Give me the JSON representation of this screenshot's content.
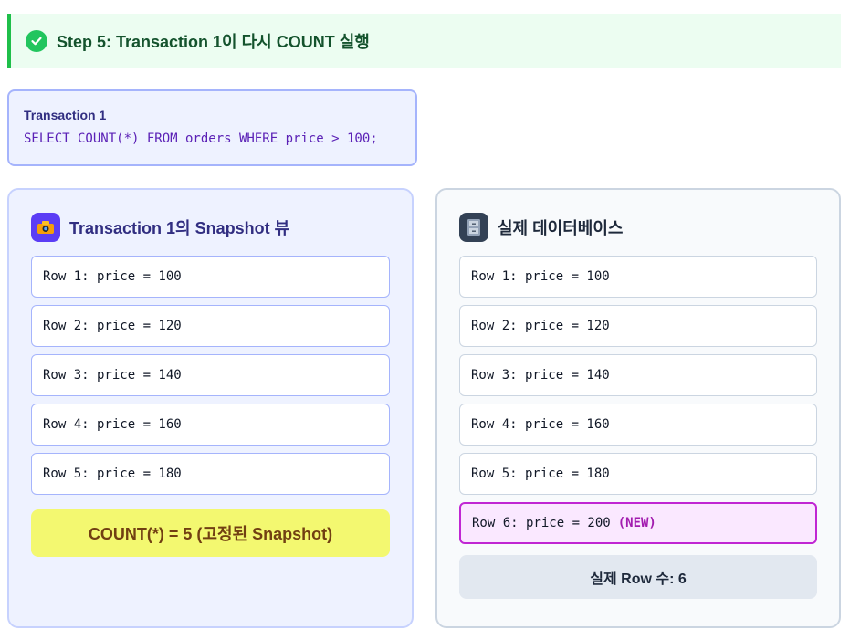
{
  "step": {
    "title": "Step 5: Transaction 1이 다시 COUNT 실행",
    "icon": "check-circle-icon",
    "color": "#22c55e"
  },
  "query": {
    "label": "Transaction 1",
    "sql": "SELECT COUNT(*) FROM orders WHERE price > 100;"
  },
  "snapshot_panel": {
    "title": "Transaction 1의 Snapshot 뷰",
    "icon": "camera-icon",
    "rows": [
      "Row 1: price = 100",
      "Row 2: price = 120",
      "Row 3: price = 140",
      "Row 4: price = 160",
      "Row 5: price = 180"
    ],
    "count": "COUNT(*) = 5 (고정된 Snapshot)"
  },
  "database_panel": {
    "title": "실제 데이터베이스",
    "icon": "file-cabinet-icon",
    "rows": [
      "Row 1: price = 100",
      "Row 2: price = 120",
      "Row 3: price = 140",
      "Row 4: price = 160",
      "Row 5: price = 180"
    ],
    "new_row": "Row 6: price = 200",
    "new_tag": "(NEW)",
    "actual_count": "실제 Row 수: 6"
  }
}
